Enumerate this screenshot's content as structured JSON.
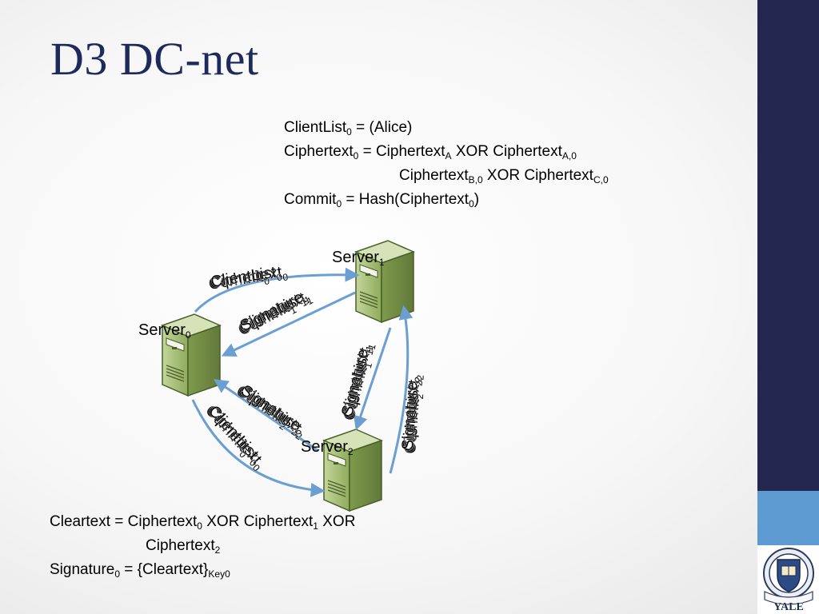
{
  "slide": {
    "title": "D3 DC-net"
  },
  "equations": {
    "clientlist": {
      "pre": "ClientList",
      "sub": "0",
      "post": " = (Alice)"
    },
    "ciphertext": {
      "a": "Ciphertext",
      "a_sub": "0",
      "b": " = Ciphertext",
      "b_sub": "A",
      "c": " XOR Ciphertext",
      "c_sub": "A,0"
    },
    "ciphertext_cont": {
      "a": "Ciphertext",
      "a_sub": "B,0",
      "b": " XOR Ciphertext",
      "b_sub": "C,0"
    },
    "commit": {
      "a": "Commit",
      "a_sub": "0",
      "b": " = Hash(Ciphertext",
      "b_sub": "0",
      "c": ")"
    }
  },
  "servers": [
    {
      "label": "Server",
      "sub": "0"
    },
    {
      "label": "Server",
      "sub": "1"
    },
    {
      "label": "Server",
      "sub": "2"
    }
  ],
  "edge_labels": {
    "s0_s1": {
      "words": [
        "Commit",
        "Ciphertext",
        "ClientList"
      ],
      "sub": "0"
    },
    "s1_s0": {
      "words": [
        "Commit",
        "Ciphertext",
        "ClientList",
        "Signature"
      ],
      "sub": "1"
    },
    "s1_s2": {
      "words": [
        "Commit",
        "Ciphertext",
        "ClientList",
        "Signature"
      ],
      "sub": "1"
    },
    "s2_s1": {
      "words": [
        "Commit",
        "Ciphertext",
        "ClientList",
        "Signature"
      ],
      "sub": "2"
    },
    "s2_s0": {
      "words": [
        "Commit",
        "Ciphertext",
        "ClientList",
        "Signature"
      ],
      "sub": "2"
    },
    "s0_s2": {
      "words": [
        "Commit",
        "Ciphertext",
        "ClientList"
      ],
      "sub": "0"
    }
  },
  "bottom_equations": {
    "cleartext": {
      "a": "Cleartext = Ciphertext",
      "a_sub": "0",
      "b": " XOR Ciphertext",
      "b_sub": "1",
      "c": " XOR"
    },
    "cleartext_cont": {
      "a": "Ciphertext",
      "a_sub": "2"
    },
    "signature": {
      "a": "Signature",
      "a_sub": "0",
      "b": " = {Cleartext}",
      "b_sub": "Key0"
    }
  },
  "branding": {
    "seal_text": "YALE",
    "colors": {
      "title": "#1f2a5c",
      "sidebar_dark": "#232750",
      "sidebar_light": "#5e9bd3",
      "arrow": "#6b9fd2",
      "server_green": "#a9c27a"
    }
  }
}
